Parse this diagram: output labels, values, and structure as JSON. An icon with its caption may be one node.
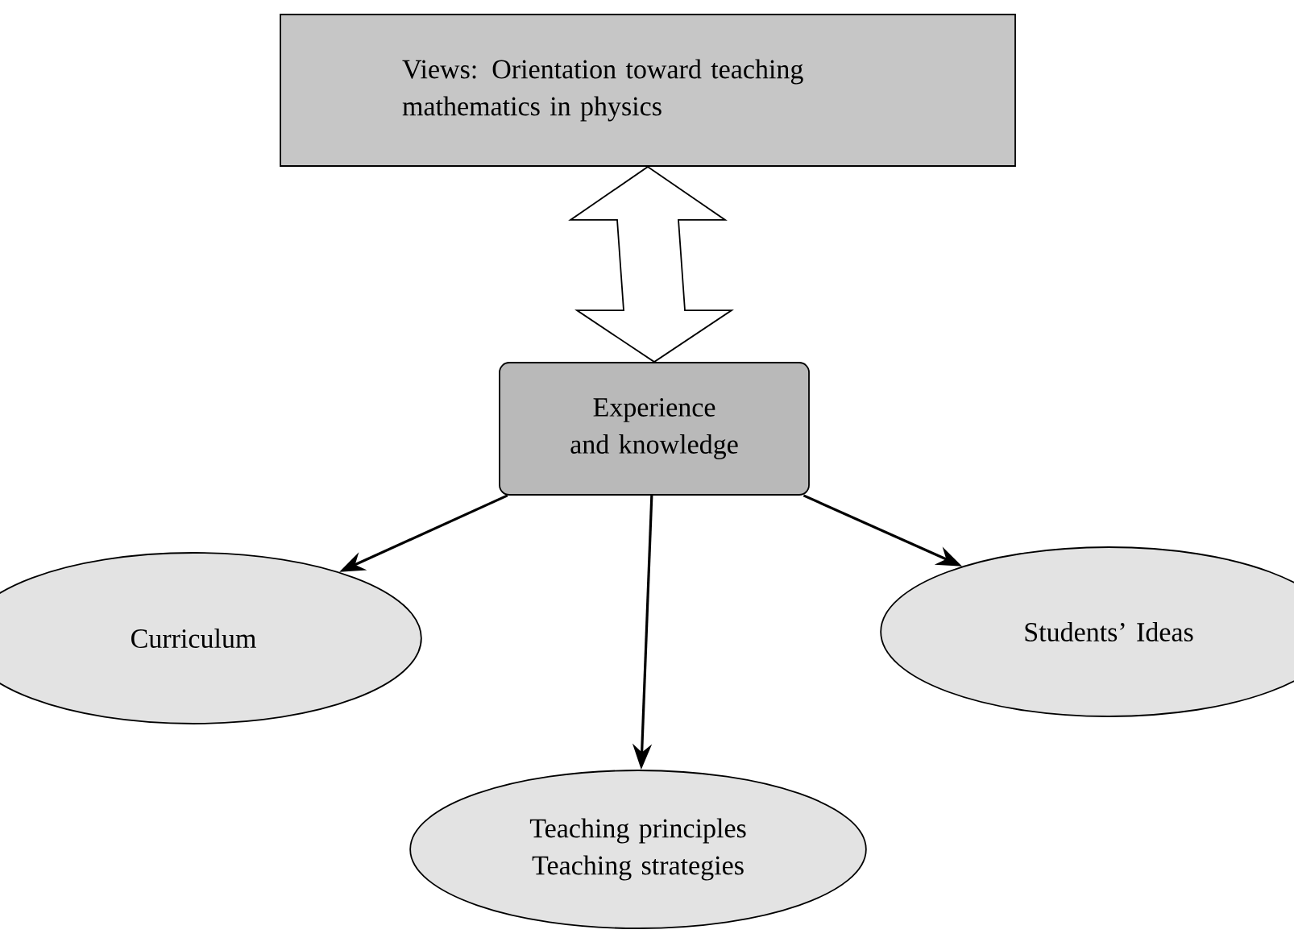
{
  "diagram": {
    "nodes": [
      {
        "text": [
          "Views: Orientation toward teaching mathematics in physics"
        ]
      },
      {
        "text": [
          "Experience and knowledge"
        ]
      },
      {
        "text": [
          "Curriculum"
        ]
      },
      {
        "text": [
          "Teaching principles",
          "Teaching strategies"
        ]
      },
      {
        "text": [
          "Students’ Ideas"
        ]
      }
    ],
    "edges": [
      {
        "from": 0,
        "to": 1,
        "arrow": "both"
      },
      {
        "from": 1,
        "to": 2,
        "arrow": "to"
      },
      {
        "from": 1,
        "to": 3,
        "arrow": "to"
      },
      {
        "from": 1,
        "to": 4,
        "arrow": "to"
      }
    ]
  }
}
